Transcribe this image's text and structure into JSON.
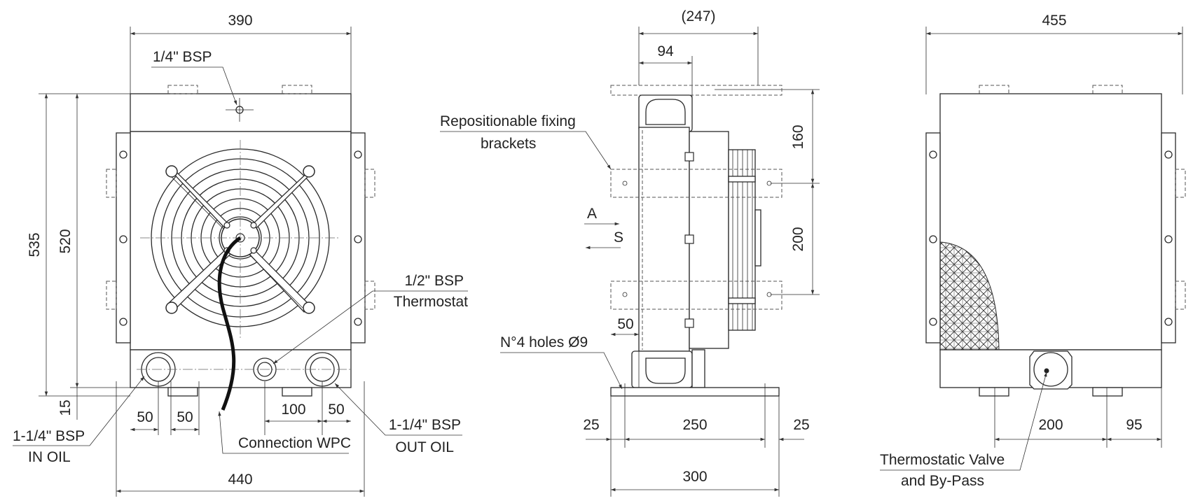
{
  "front_view": {
    "dims": {
      "width_top": "390",
      "width_bottom": "440",
      "height_total": "535",
      "height_core": "520",
      "base_offset": "15",
      "pitch_left_a": "50",
      "pitch_left_b": "50",
      "pitch_right_a": "100",
      "pitch_right_b": "50"
    },
    "labels": {
      "bsp_top": "1/4\" BSP",
      "thermostat_line1": "1/2\" BSP",
      "thermostat_line2": "Thermostat",
      "in_oil_line1": "1-1/4\" BSP",
      "in_oil_line2": "IN OIL",
      "out_oil_line1": "1-1/4\" BSP",
      "out_oil_line2": "OUT OIL",
      "connection": "Connection WPC"
    }
  },
  "side_view": {
    "dims": {
      "depth_total": "(247)",
      "depth_core": "94",
      "bracket_top": "160",
      "bracket_pitch": "200",
      "hole_offset": "50",
      "foot_left": "25",
      "foot_center": "250",
      "foot_right": "25",
      "foot_total": "300"
    },
    "labels": {
      "brackets_line1": "Repositionable fixing",
      "brackets_line2": "brackets",
      "holes": "N°4 holes Ø9",
      "flow_a": "A",
      "flow_s": "S"
    }
  },
  "back_view": {
    "dims": {
      "width_total": "455",
      "valve_offset": "200",
      "edge_offset": "95"
    },
    "labels": {
      "valve_line1": "Thermostatic Valve",
      "valve_line2": "and By-Pass"
    }
  }
}
